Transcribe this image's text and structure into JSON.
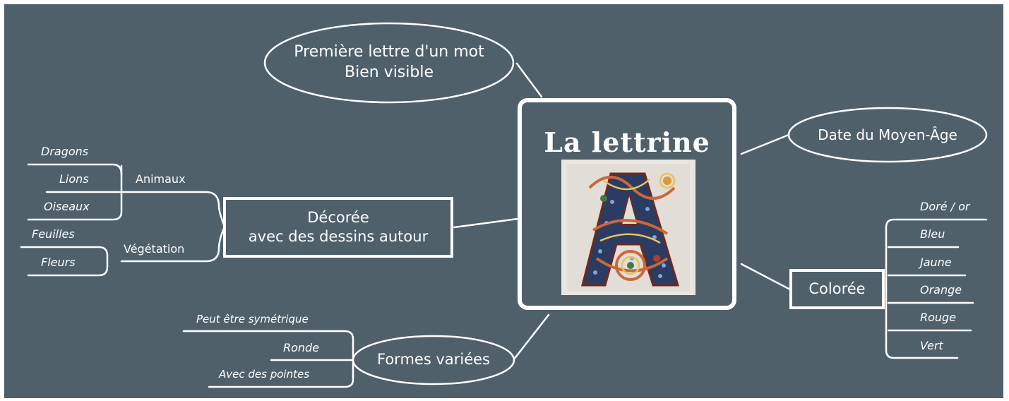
{
  "center": {
    "title": "La lettrine",
    "image": "illuminated-letter-a"
  },
  "nodes": {
    "premiere": {
      "line1": "Première lettre d'un mot",
      "line2": "Bien visible"
    },
    "date": {
      "label": "Date du Moyen-Âge"
    },
    "decoree": {
      "line1": "Décorée",
      "line2": "avec des dessins autour"
    },
    "coloree": {
      "label": "Colorée"
    },
    "formes": {
      "label": "Formes variées"
    }
  },
  "decoree_branches": {
    "animaux": {
      "label": "Animaux",
      "items": [
        "Dragons",
        "Lions",
        "Oiseaux"
      ]
    },
    "vegetation": {
      "label": "Végétation",
      "items": [
        "Feuilles",
        "Fleurs"
      ]
    }
  },
  "coloree_items": [
    "Doré / or",
    "Bleu",
    "Jaune",
    "Orange",
    "Rouge",
    "Vert"
  ],
  "formes_items": [
    "Peut être symétrique",
    "Ronde",
    "Avec des pointes"
  ],
  "colors": {
    "background": "#4f606b",
    "lines": "#ffffff",
    "text": "#ffffff"
  }
}
